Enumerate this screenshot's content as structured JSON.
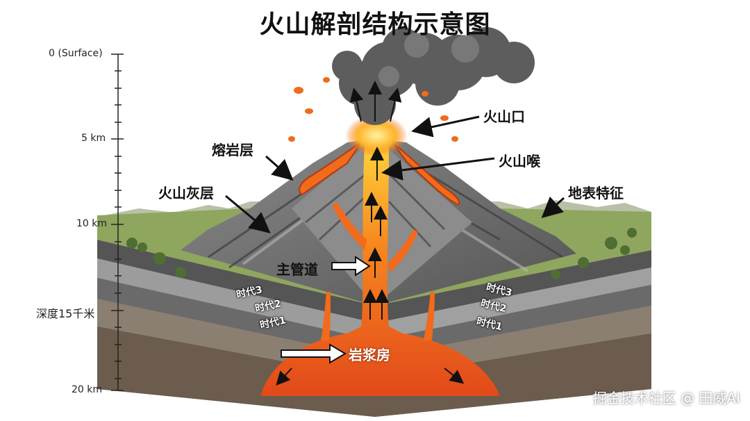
{
  "title": "火山解剖结构示意图",
  "depth_scale": {
    "labels": [
      "0 (Surface)",
      "5 km",
      "10 km",
      "深度15千米",
      "20 km"
    ]
  },
  "callouts": {
    "crater": "火山口",
    "lava_layer": "熔岩层",
    "throat": "火山喉",
    "ash_layer": "火山灰层",
    "surface": "地表特征",
    "main_conduit": "主管道",
    "magma_chamber": "岩浆房"
  },
  "eras_left": [
    "时代3",
    "时代2",
    "时代1"
  ],
  "eras_right": [
    "时代3",
    "时代2",
    "时代1"
  ],
  "watermark": "掘金技术社区 @ 田威AI",
  "colors": {
    "magma": "#f26a1b",
    "magma_glow": "#ffd23a",
    "rock": "#6f6f6f",
    "grass": "#7e9a52",
    "smoke": "#5d5d5d"
  }
}
